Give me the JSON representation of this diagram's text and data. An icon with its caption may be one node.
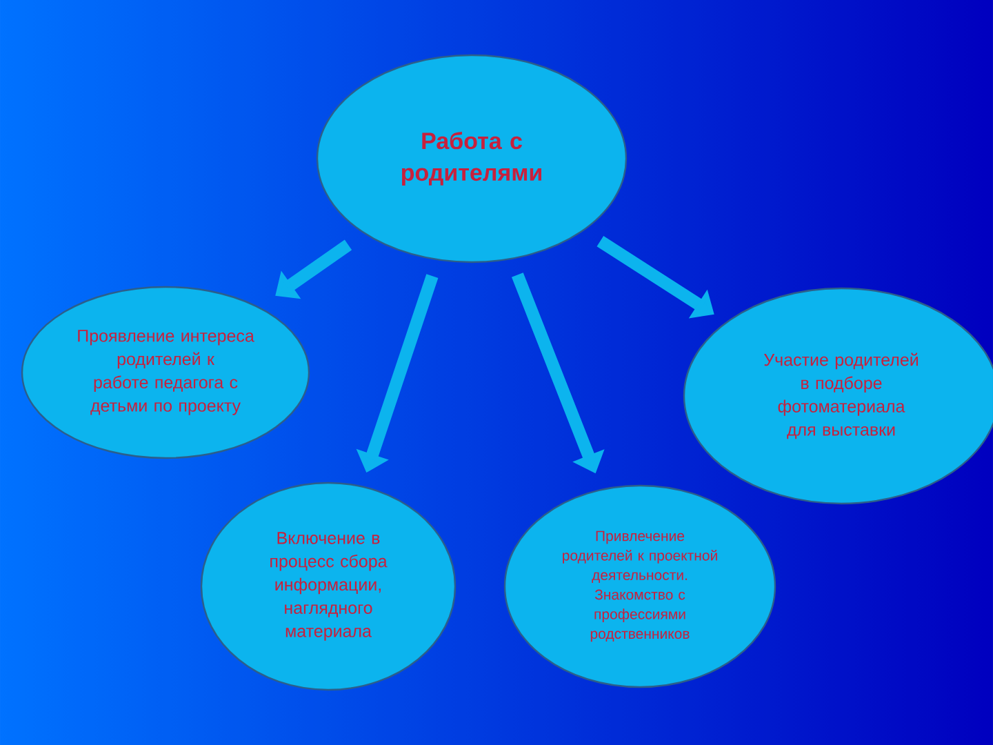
{
  "diagram": {
    "nodes": [
      {
        "text": [
          "Работа с родителями"
        ]
      },
      {
        "text": [
          "Проявление интереса родителей к работе педагога с детьми по проекту"
        ]
      },
      {
        "text": [
          "Включение в процесс сбора информации, наглядного материала"
        ]
      },
      {
        "text": [
          "Привлечение родителей к проектной деятельности. Знакомство с профессиями родственников"
        ]
      },
      {
        "text": [
          "Участие родителей в подборе фотоматериала для выставки"
        ]
      }
    ],
    "edges": [
      {
        "from": 0,
        "to": 1,
        "arrow": "to"
      },
      {
        "from": 0,
        "to": 2,
        "arrow": "to"
      },
      {
        "from": 0,
        "to": 3,
        "arrow": "to"
      },
      {
        "from": 0,
        "to": 4,
        "arrow": "to"
      }
    ]
  }
}
